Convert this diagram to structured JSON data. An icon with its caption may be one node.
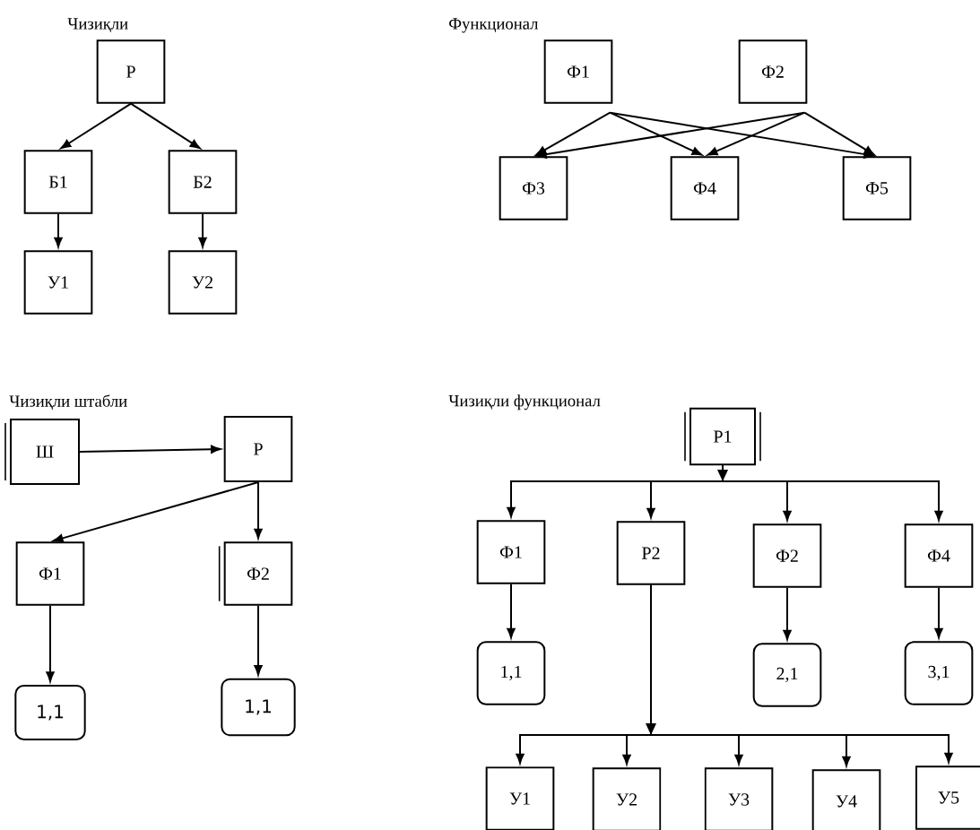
{
  "diagram": {
    "nodes": [
      {
        "text": [
          "Р"
        ]
      },
      {
        "text": [
          "Б1"
        ]
      },
      {
        "text": [
          "Б2"
        ]
      },
      {
        "text": [
          "У1"
        ]
      },
      {
        "text": [
          "У2"
        ]
      },
      {
        "text": [
          "Ф1"
        ]
      },
      {
        "text": [
          "Ф2"
        ]
      },
      {
        "text": [
          "Ф3"
        ]
      },
      {
        "text": [
          "Ф4"
        ]
      },
      {
        "text": [
          "Ф5"
        ]
      },
      {
        "text": [
          "Ш"
        ]
      },
      {
        "text": [
          "Р"
        ]
      },
      {
        "text": [
          "Ф1"
        ]
      },
      {
        "text": [
          "Ф2"
        ]
      },
      {
        "text": [
          "1,1"
        ]
      },
      {
        "text": [
          "1,1"
        ]
      },
      {
        "text": [
          "Р1"
        ]
      },
      {
        "text": [
          "Ф1"
        ]
      },
      {
        "text": [
          "Р2"
        ]
      },
      {
        "text": [
          "Ф2"
        ]
      },
      {
        "text": [
          "Ф4"
        ]
      },
      {
        "text": [
          "1,1"
        ]
      },
      {
        "text": [
          "2,1"
        ]
      },
      {
        "text": [
          "3,1"
        ]
      },
      {
        "text": [
          "У1"
        ]
      },
      {
        "text": [
          "У2"
        ]
      },
      {
        "text": [
          "У3"
        ]
      },
      {
        "text": [
          "У4"
        ]
      },
      {
        "text": [
          "У5"
        ]
      }
    ],
    "edges": [
      {
        "from": 0,
        "to": 1,
        "arrow": "to"
      },
      {
        "from": 0,
        "to": 2,
        "arrow": "to"
      },
      {
        "from": 1,
        "to": 3,
        "arrow": "to"
      },
      {
        "from": 2,
        "to": 4,
        "arrow": "to"
      },
      {
        "from": 5,
        "to": 7,
        "arrow": "to"
      },
      {
        "from": 5,
        "to": 8,
        "arrow": "to"
      },
      {
        "from": 5,
        "to": 9,
        "arrow": "to"
      },
      {
        "from": 6,
        "to": 7,
        "arrow": "to"
      },
      {
        "from": 6,
        "to": 8,
        "arrow": "to"
      },
      {
        "from": 6,
        "to": 9,
        "arrow": "to"
      },
      {
        "from": 10,
        "to": 11,
        "arrow": "to"
      },
      {
        "from": 11,
        "to": 12,
        "arrow": "to"
      },
      {
        "from": 11,
        "to": 13,
        "arrow": "to"
      },
      {
        "from": 12,
        "to": 14,
        "arrow": "to"
      },
      {
        "from": 13,
        "to": 15,
        "arrow": "to"
      },
      {
        "from": 16,
        "to": 17,
        "arrow": "to"
      },
      {
        "from": 16,
        "to": 18,
        "arrow": "to"
      },
      {
        "from": 16,
        "to": 19,
        "arrow": "to"
      },
      {
        "from": 16,
        "to": 20,
        "arrow": "to"
      },
      {
        "from": 17,
        "to": 21,
        "arrow": "to"
      },
      {
        "from": 19,
        "to": 22,
        "arrow": "to"
      },
      {
        "from": 20,
        "to": 23,
        "arrow": "to"
      },
      {
        "from": 18,
        "to": 24,
        "arrow": "to"
      },
      {
        "from": 18,
        "to": 25,
        "arrow": "to"
      },
      {
        "from": 18,
        "to": 26,
        "arrow": "to"
      },
      {
        "from": 18,
        "to": 27,
        "arrow": "to"
      },
      {
        "from": 18,
        "to": 28,
        "arrow": "to"
      }
    ],
    "labels": [
      "Чизиқли",
      "Функционал",
      "Чизиқли штабли",
      "Чизиқли функционал"
    ]
  }
}
